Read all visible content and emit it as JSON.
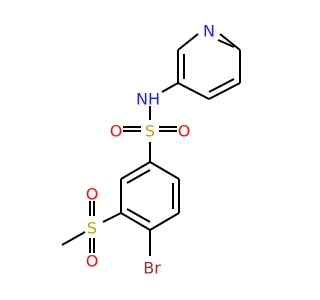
{
  "colors": {
    "carbon_bond": "#000000",
    "nitrogen": "#2020ff",
    "sulfur": "#c8a000",
    "oxygen": "#ff0d0d",
    "bromine": "#a52a2a",
    "background": "#ffffff"
  },
  "atoms": {
    "pyridine_n": "N",
    "amine_nh": "NH",
    "sulfonamide_s": "S",
    "sulfonamide_o_left": "O",
    "sulfonamide_o_right": "O",
    "sulfone_s": "S",
    "sulfone_o_top": "O",
    "sulfone_o_bottom": "O",
    "bromine": "Br"
  }
}
